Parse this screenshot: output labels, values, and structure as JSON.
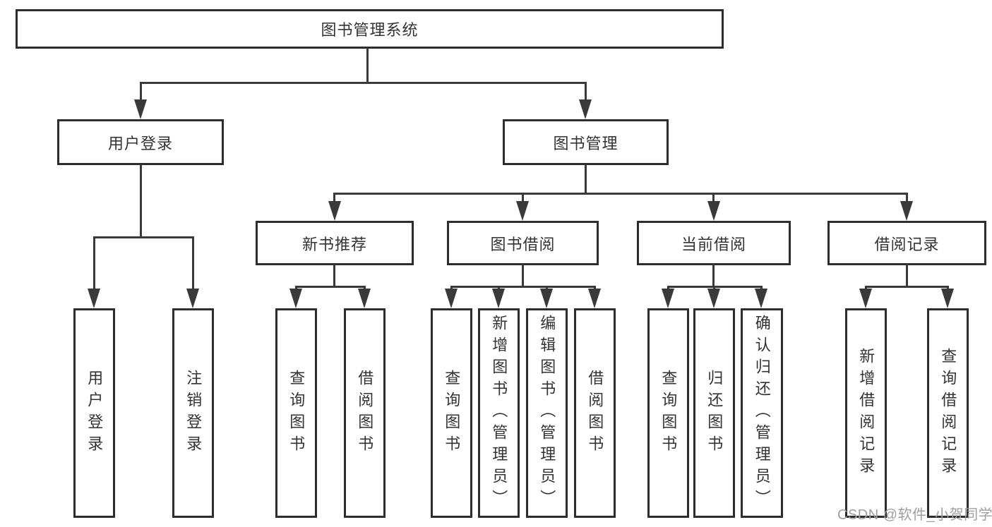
{
  "colors": {
    "line": "#3a3a3a",
    "border": "#2d2d2d",
    "text": "#333333",
    "watermark": "#9f9f9f",
    "bg": "#ffffff"
  },
  "watermark": {
    "text": "CSDN @软件_小贺同学"
  },
  "diagram": {
    "type": "hierarchy-tree",
    "root": {
      "label": "图书管理系统"
    },
    "branches": [
      {
        "label": "用户登录",
        "children": [
          {
            "label": "用户登录"
          },
          {
            "label": "注销登录"
          }
        ]
      },
      {
        "label": "图书管理",
        "children": [
          {
            "label": "新书推荐",
            "children": [
              {
                "label": "查询图书"
              },
              {
                "label": "借阅图书"
              }
            ]
          },
          {
            "label": "图书借阅",
            "children": [
              {
                "label": "查询图书"
              },
              {
                "label": "新增图书（管理员）"
              },
              {
                "label": "编辑图书（管理员）"
              },
              {
                "label": "借阅图书"
              }
            ]
          },
          {
            "label": "当前借阅",
            "children": [
              {
                "label": "查询图书"
              },
              {
                "label": "归还图书"
              },
              {
                "label": "确认归还（管理员）"
              }
            ]
          },
          {
            "label": "借阅记录",
            "children": [
              {
                "label": "新增借阅记录"
              },
              {
                "label": "查询借阅记录"
              }
            ]
          }
        ]
      }
    ]
  }
}
